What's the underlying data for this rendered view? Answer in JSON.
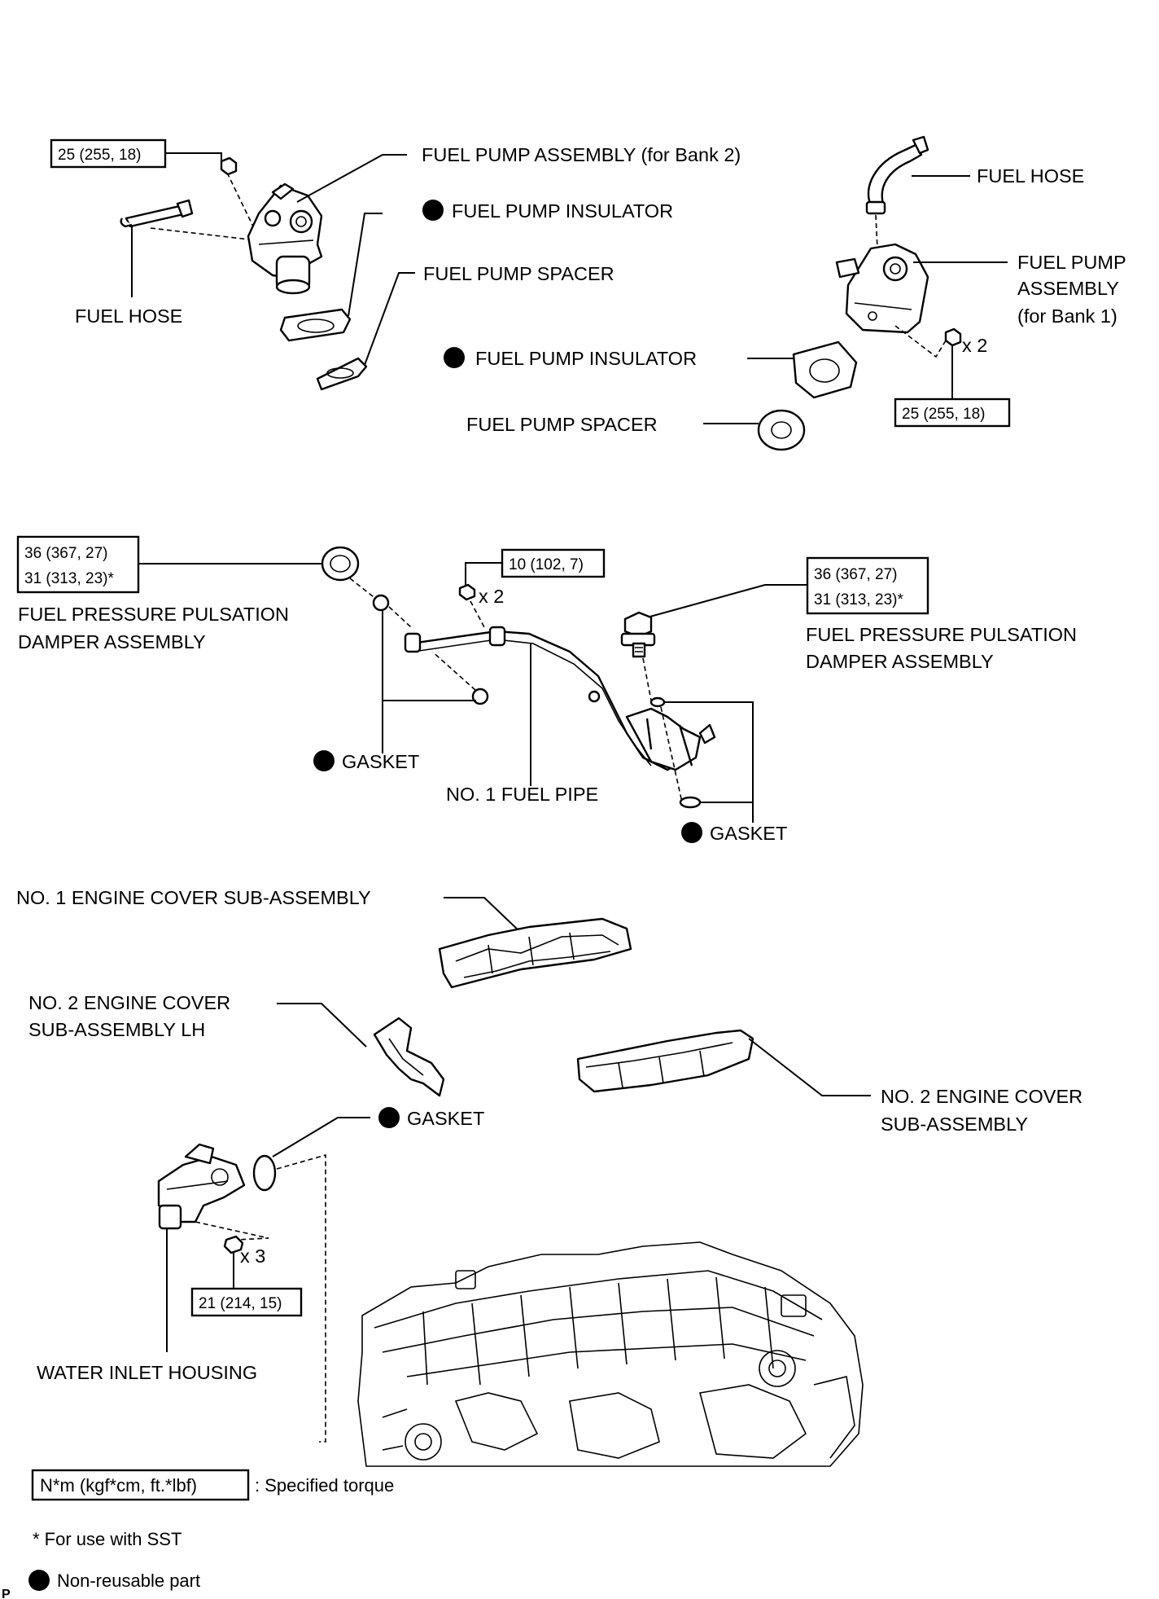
{
  "labels": {
    "fuel_pump_bank2": "FUEL PUMP ASSEMBLY (for Bank 2)",
    "fuel_pump_insulator_top": "FUEL PUMP INSULATOR",
    "fuel_pump_spacer_top": "FUEL PUMP SPACER",
    "fuel_hose_left": "FUEL HOSE",
    "fuel_hose_right": "FUEL HOSE",
    "fuel_pump_bank1_line1": "FUEL PUMP",
    "fuel_pump_bank1_line2": "ASSEMBLY",
    "fuel_pump_bank1_line3": "(for Bank 1)",
    "fuel_pump_insulator_right": "FUEL PUMP INSULATOR",
    "fuel_pump_spacer_right": "FUEL PUMP SPACER",
    "damper_left_line1": "FUEL PRESSURE PULSATION",
    "damper_left_line2": "DAMPER ASSEMBLY",
    "damper_right_line1": "FUEL PRESSURE PULSATION",
    "damper_right_line2": "DAMPER ASSEMBLY",
    "gasket_pipe_left": "GASKET",
    "no1_fuel_pipe": "NO. 1 FUEL PIPE",
    "gasket_pipe_right": "GASKET",
    "no1_engine_cover": "NO. 1 ENGINE COVER SUB-ASSEMBLY",
    "no2_engine_cover_lh_line1": "NO. 2 ENGINE COVER",
    "no2_engine_cover_lh_line2": "SUB-ASSEMBLY LH",
    "no2_engine_cover_line1": "NO. 2 ENGINE COVER",
    "no2_engine_cover_line2": "SUB-ASSEMBLY",
    "gasket_water": "GASKET",
    "water_inlet_housing": "WATER INLET HOUSING"
  },
  "torques": {
    "bank2_nut": "25 (255, 18)",
    "bank1_nut": "25 (255, 18)",
    "damper_left_line1": "36 (367, 27)",
    "damper_left_line2": "31 (313, 23)*",
    "pipe_bolt": "10 (102, 7)",
    "damper_right_line1": "36 (367, 27)",
    "damper_right_line2": "31 (313, 23)*",
    "water_bolt": "21 (214, 15)"
  },
  "quantities": {
    "bank1_nut": "x 2",
    "pipe_bolt": "x 2",
    "water_bolt": "x 3"
  },
  "legend": {
    "torque_box": "N*m (kgf*cm, ft.*lbf)",
    "torque_text": ": Specified torque",
    "sst_note": "* For use with SST",
    "non_reusable": "Non-reusable part"
  },
  "corner_mark": "P"
}
